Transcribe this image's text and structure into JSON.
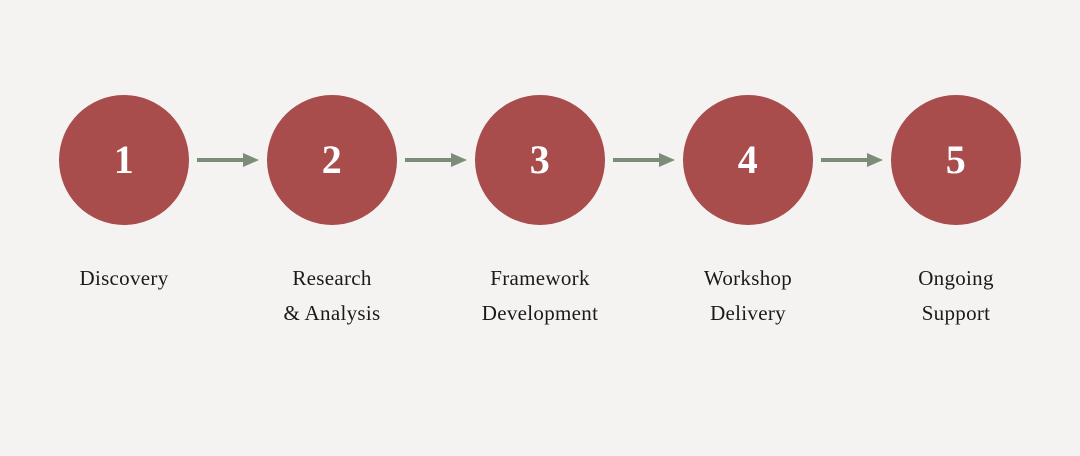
{
  "diagram": {
    "type": "linear-process-flow",
    "background_color": "#f4f3f2",
    "circle_color": "#a84c4c",
    "number_color": "#ffffff",
    "arrow_color": "#7d8c79",
    "label_color": "#1a1a1a",
    "steps": [
      {
        "number": "1",
        "label_lines": [
          "Discovery"
        ]
      },
      {
        "number": "2",
        "label_lines": [
          "Research",
          "& Analysis"
        ]
      },
      {
        "number": "3",
        "label_lines": [
          "Framework",
          "Development"
        ]
      },
      {
        "number": "4",
        "label_lines": [
          "Workshop",
          "Delivery"
        ]
      },
      {
        "number": "5",
        "label_lines": [
          "Ongoing",
          "Support"
        ]
      }
    ],
    "connectors": [
      {
        "icon": "arrow-right-icon"
      },
      {
        "icon": "arrow-right-icon"
      },
      {
        "icon": "arrow-right-icon"
      },
      {
        "icon": "arrow-right-icon"
      }
    ]
  }
}
